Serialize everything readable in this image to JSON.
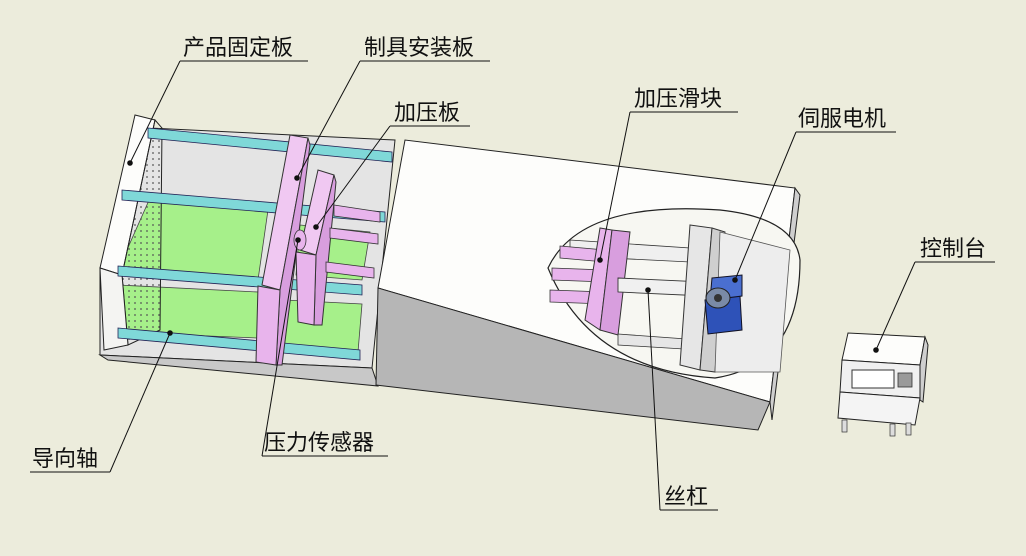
{
  "labels": {
    "product_plate": "产品固定板",
    "fixture_plate": "制具安装板",
    "press_plate": "加压板",
    "press_slider": "加压滑块",
    "servo_motor": "伺服电机",
    "console": "控制台",
    "guide_shaft": "导向轴",
    "pressure_sensor": "压力传感器",
    "lead_screw": "丝杠"
  },
  "colors": {
    "background": "#ececdc",
    "guide_rod": "#7fd8d8",
    "green_floor": "#a6f08a",
    "pink_plate": "#e8b4ec",
    "frame_white": "#fdfdfb",
    "frame_grey": "#b6b6b6",
    "motor_blue": "#2e52b8"
  }
}
